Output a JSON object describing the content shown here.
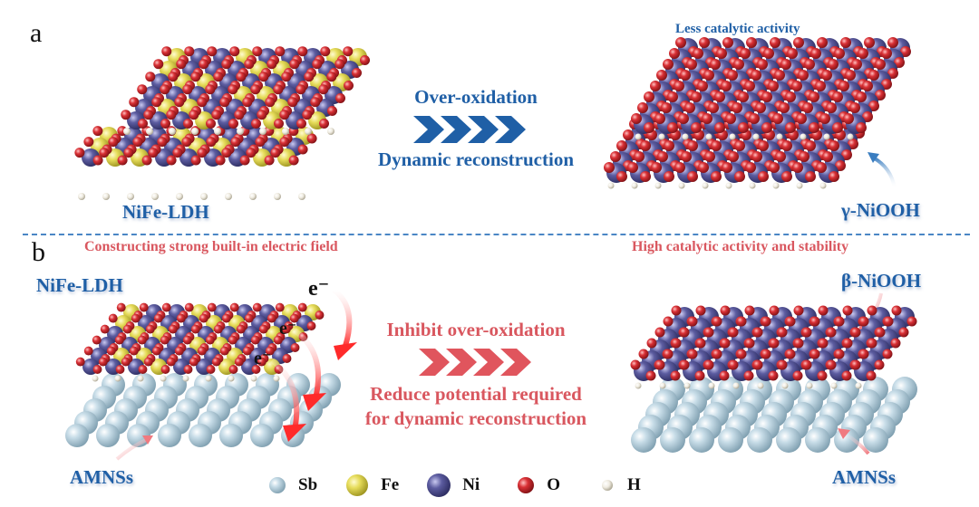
{
  "panel_a": {
    "letter": "a",
    "left_label": "NiFe-LDH",
    "top_right_label": "Less catalytic activity",
    "right_label": "γ-NiOOH",
    "arrow_top_text": "Over-oxidation",
    "arrow_bottom_text": "Dynamic reconstruction",
    "arrow_color": "#1f5fa6"
  },
  "panel_b": {
    "letter": "b",
    "left_title": "Constructing strong built-in electric field",
    "right_title": "High catalytic activity and stability",
    "left_top_label": "NiFe-LDH",
    "left_bottom_label": "AMNSs",
    "right_top_label": "β-NiOOH",
    "right_bottom_label": "AMNSs",
    "electron_labels": [
      "e⁻",
      "e⁻",
      "e⁻"
    ],
    "arrow_top_text": "Inhibit over-oxidation",
    "arrow_bottom_text_line1": "Reduce potential required",
    "arrow_bottom_text_line2": "for dynamic reconstruction",
    "arrow_color": "#e0555d"
  },
  "legend": [
    {
      "label": "Sb",
      "color": "#b9d3e0"
    },
    {
      "label": "Fe",
      "color": "#e6dc5a"
    },
    {
      "label": "Ni",
      "color": "#5a5aa0"
    },
    {
      "label": "O",
      "color": "#d42a2e"
    },
    {
      "label": "H",
      "color": "#ece8dc"
    }
  ],
  "atom_colors": {
    "Sb": "#b9d3e0",
    "Fe": "#e6dc5a",
    "Ni": "#5c5ca0",
    "O": "#d93035",
    "H": "#efebe0"
  }
}
